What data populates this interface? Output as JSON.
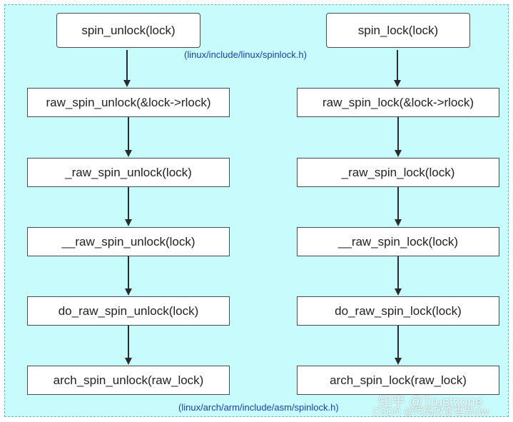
{
  "diagram": {
    "header_path": "(linux/include/linux/spinlock.h)",
    "footer_path": "(linux/arch/arm/include/asm/spinlock.h)",
    "left_column": [
      "spin_unlock(lock)",
      "raw_spin_unlock(&lock->rlock)",
      "_raw_spin_unlock(lock)",
      "__raw_spin_unlock(lock)",
      "do_raw_spin_unlock(lock)",
      "arch_spin_unlock(raw_lock)"
    ],
    "right_column": [
      "spin_lock(lock)",
      "raw_spin_lock(&lock->rlock)",
      "_raw_spin_lock(lock)",
      "__raw_spin_lock(lock)",
      "do_raw_spin_lock(lock)",
      "arch_spin_lock(raw_lock)"
    ]
  },
  "watermark": {
    "line1": "知乎 @Trustzone",
    "line2": "CSDN @代码改变世界ctw"
  },
  "colors": {
    "background": "#c8fbfb",
    "box_border": "#4a4a4a",
    "path_label": "#1a3ea8",
    "arrow": "#2b2b2b"
  }
}
